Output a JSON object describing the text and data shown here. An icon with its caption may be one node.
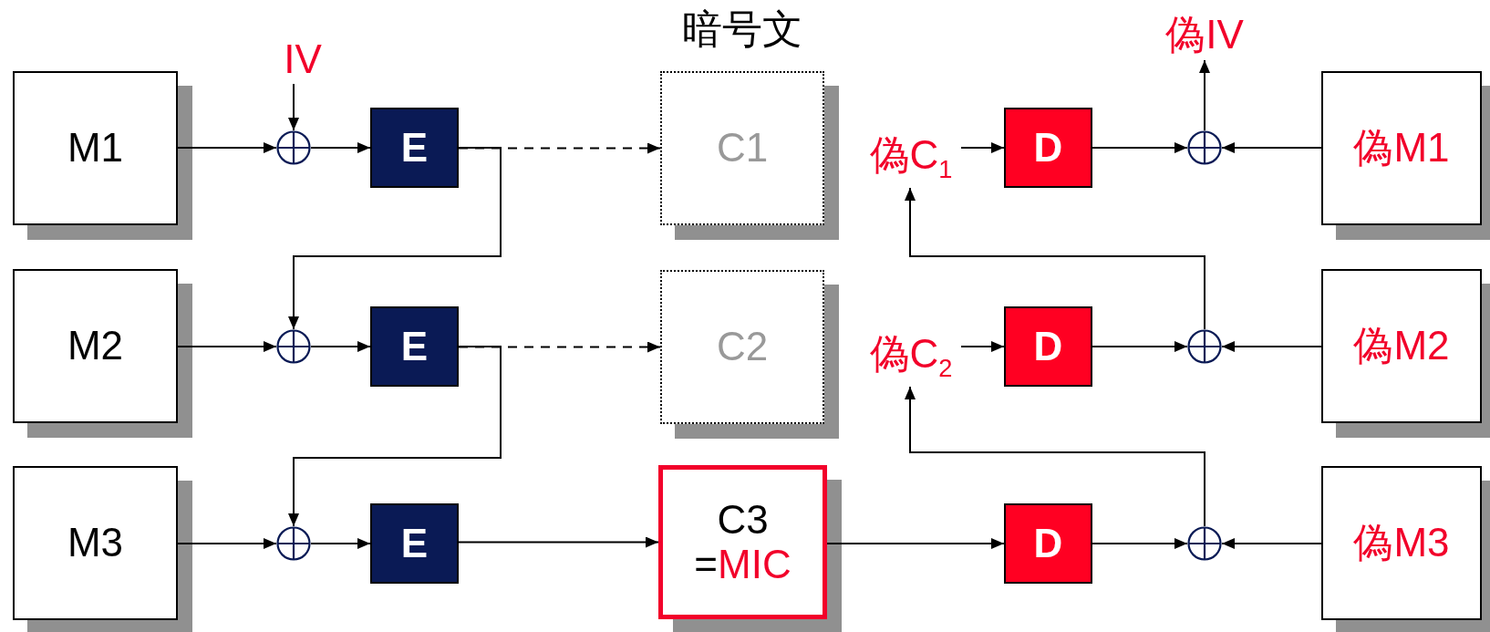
{
  "diagram": {
    "title": "暗号文",
    "nodes": [
      {
        "text": [
          "M1"
        ]
      },
      {
        "text": [
          "M2"
        ]
      },
      {
        "text": [
          "M3"
        ]
      },
      {
        "text": [
          "IV"
        ]
      },
      {
        "text": [],
        "shape": "circle"
      },
      {
        "text": [],
        "shape": "circle"
      },
      {
        "text": [],
        "shape": "circle"
      },
      {
        "text": [
          "E"
        ]
      },
      {
        "text": [
          "E"
        ]
      },
      {
        "text": [
          "E"
        ]
      },
      {
        "text": [
          "C1"
        ]
      },
      {
        "text": [
          "C2"
        ]
      },
      {
        "text": [
          "C3",
          "=",
          "MIC"
        ]
      },
      {
        "text": [
          "偽C$_{1}$"
        ]
      },
      {
        "text": [
          "偽C$_{2}$"
        ]
      },
      {
        "text": [
          "D"
        ]
      },
      {
        "text": [
          "D"
        ]
      },
      {
        "text": [
          "D"
        ]
      },
      {
        "text": [],
        "shape": "circle"
      },
      {
        "text": [],
        "shape": "circle"
      },
      {
        "text": [],
        "shape": "circle"
      },
      {
        "text": [
          "偽M1"
        ]
      },
      {
        "text": [
          "偽M2"
        ]
      },
      {
        "text": [
          "偽M3"
        ]
      },
      {
        "text": [
          "偽IV"
        ]
      }
    ],
    "edges": [
      {
        "from": 0,
        "to": 4,
        "arrow": "to"
      },
      {
        "from": 3,
        "to": 4,
        "arrow": "to"
      },
      {
        "from": 4,
        "to": 7,
        "arrow": "to"
      },
      {
        "from": 7,
        "to": 10,
        "arrow": "to",
        "style": "dashed"
      },
      {
        "from": 7,
        "to": 5,
        "arrow": "to"
      },
      {
        "from": 1,
        "to": 5,
        "arrow": "to"
      },
      {
        "from": 5,
        "to": 8,
        "arrow": "to"
      },
      {
        "from": 8,
        "to": 11,
        "arrow": "to",
        "style": "dashed"
      },
      {
        "from": 8,
        "to": 6,
        "arrow": "to"
      },
      {
        "from": 2,
        "to": 6,
        "arrow": "to"
      },
      {
        "from": 6,
        "to": 9,
        "arrow": "to"
      },
      {
        "from": 9,
        "to": 12,
        "arrow": "to"
      },
      {
        "from": 12,
        "to": 17,
        "arrow": "to"
      },
      {
        "from": 13,
        "to": 15,
        "arrow": "to"
      },
      {
        "from": 15,
        "to": 18,
        "arrow": "to"
      },
      {
        "from": 21,
        "to": 18,
        "arrow": "to"
      },
      {
        "from": 18,
        "to": 24,
        "arrow": "to"
      },
      {
        "from": 14,
        "to": 16,
        "arrow": "to"
      },
      {
        "from": 16,
        "to": 19,
        "arrow": "to"
      },
      {
        "from": 22,
        "to": 19,
        "arrow": "to"
      },
      {
        "from": 19,
        "to": 13,
        "arrow": "to"
      },
      {
        "from": 17,
        "to": 20,
        "arrow": "to"
      },
      {
        "from": 23,
        "to": 20,
        "arrow": "to"
      },
      {
        "from": 20,
        "to": 14,
        "arrow": "to"
      }
    ]
  }
}
